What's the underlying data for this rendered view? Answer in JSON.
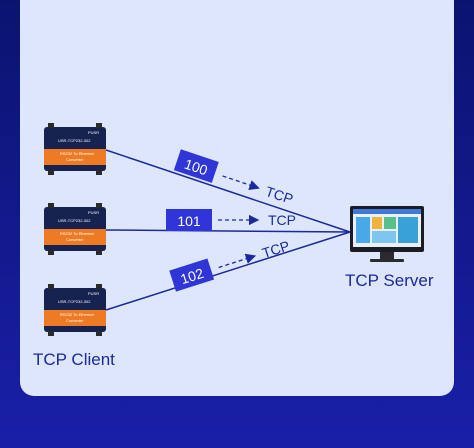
{
  "diagram": {
    "devices": [
      {
        "brand": "PUSR",
        "model": "USR-TCP232-302",
        "desc_line1": "RS232 To Ethernet",
        "desc_line2": "Converter"
      },
      {
        "brand": "PUSR",
        "model": "USR-TCP232-302",
        "desc_line1": "RS232 To Ethernet",
        "desc_line2": "Converter"
      },
      {
        "brand": "PUSR",
        "model": "USR-TCP232-302",
        "desc_line1": "RS232 To Ethernet",
        "desc_line2": "Converter"
      }
    ],
    "connections": [
      {
        "port": "100",
        "protocol": "TCP"
      },
      {
        "port": "101",
        "protocol": "TCP"
      },
      {
        "port": "102",
        "protocol": "TCP"
      }
    ],
    "client_label": "TCP Client",
    "server_label": "TCP Server",
    "colors": {
      "line": "#1b2a9c",
      "port_box": "#2f35d6",
      "device_body": "#16224f",
      "device_band": "#ee7a23",
      "panel": "#dde6fb"
    }
  }
}
